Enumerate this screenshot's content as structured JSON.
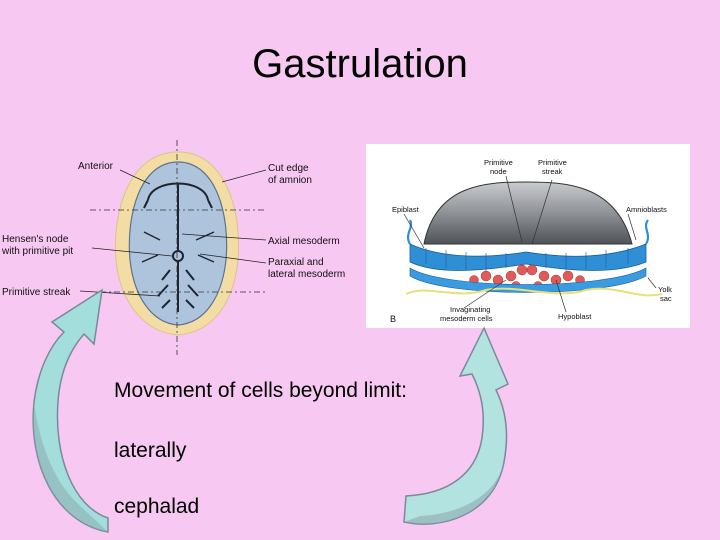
{
  "slide": {
    "title": "Gastrulation",
    "body_lines": [
      "Movement of cells beyond limit:",
      "laterally",
      "cephalad"
    ]
  },
  "left_figure": {
    "labels": {
      "anterior": "Anterior",
      "cut_edge_1": "Cut edge",
      "cut_edge_2": "of amnion",
      "hensens_1": "Hensen's node",
      "hensens_2": "with primitive pit",
      "axial": "Axial mesoderm",
      "paraxial_1": "Paraxial and",
      "paraxial_2": "lateral mesoderm",
      "streak": "Primitive streak"
    }
  },
  "right_figure": {
    "labels": {
      "prim_node_1": "Primitive",
      "prim_node_2": "node",
      "prim_streak_1": "Primitive",
      "prim_streak_2": "streak",
      "epiblast": "Epiblast",
      "amnioblasts": "Amnioblasts",
      "yolk_1": "Yolk",
      "yolk_2": "sac",
      "invag_1": "Invaginating",
      "invag_2": "mesoderm cells",
      "hypoblast": "Hypoblast",
      "panel_letter": "B"
    }
  },
  "colors": {
    "background": "#f6c8f2",
    "arrow_left": "#a3dedd",
    "arrow_right": "#b3e3e0",
    "arrow_outline": "#7a8a99",
    "embryo_outer": "#f4dda4",
    "embryo_inner": "#aec4dd",
    "cells_blue": "#2e8fd6",
    "cells_red": "#e15a5a",
    "yolk_line": "#e8e07a"
  }
}
